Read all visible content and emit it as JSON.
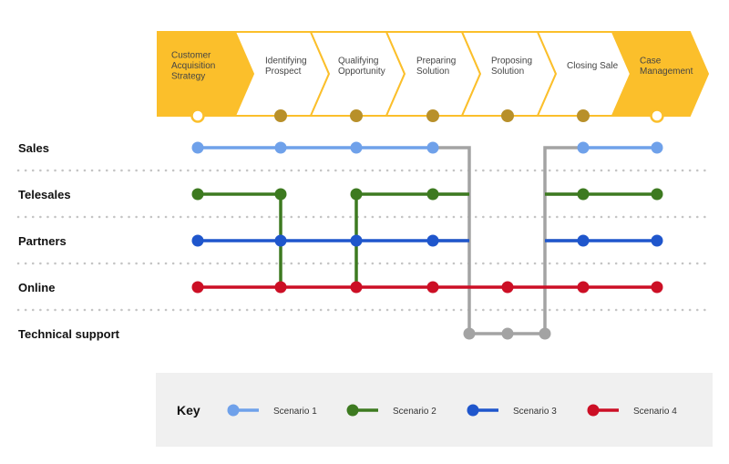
{
  "stages": [
    {
      "lines": [
        "Customer",
        "Acquisition",
        "Strategy"
      ],
      "highlight": true
    },
    {
      "lines": [
        "Identifying",
        "Prospect"
      ],
      "highlight": false
    },
    {
      "lines": [
        "Qualifying",
        "Opportunity"
      ],
      "highlight": false
    },
    {
      "lines": [
        "Preparing",
        "Solution"
      ],
      "highlight": false
    },
    {
      "lines": [
        "Proposing",
        "Solution"
      ],
      "highlight": false
    },
    {
      "lines": [
        "Closing Sale"
      ],
      "highlight": false
    },
    {
      "lines": [
        "Case",
        "Management"
      ],
      "highlight": true
    }
  ],
  "lanes": [
    "Sales",
    "Telesales",
    "Partners",
    "Online",
    "Technical support"
  ],
  "key": {
    "title": "Key",
    "items": [
      {
        "label": "Scenario 1",
        "color": "#6fa1ea"
      },
      {
        "label": "Scenario 2",
        "color": "#3d7a20"
      },
      {
        "label": "Scenario 3",
        "color": "#1f56cc"
      },
      {
        "label": "Scenario 4",
        "color": "#cc0f25"
      }
    ]
  },
  "colors": {
    "stage_highlight": "#fbbf2b",
    "stage_border": "#fbbf2b",
    "stage_dot": "#b8902a",
    "technical_support_route": "#a3a3a3",
    "key_background": "#f0f0f0"
  }
}
